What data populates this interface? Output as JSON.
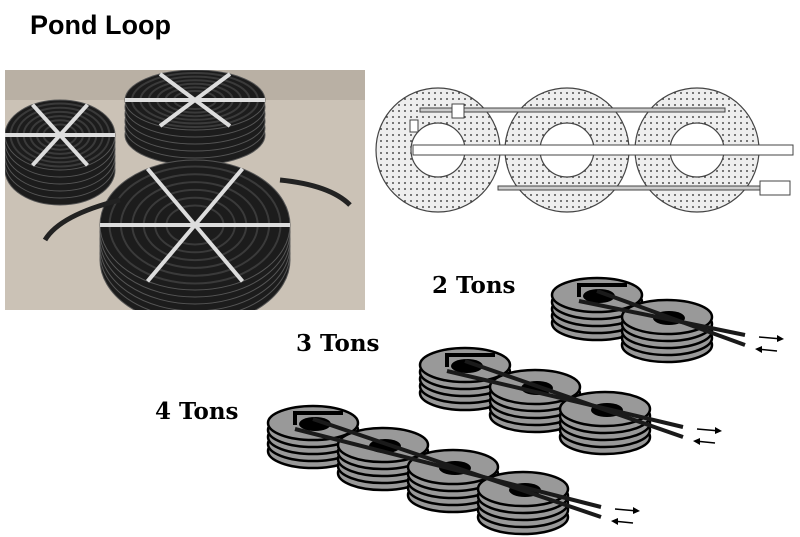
{
  "title": "Pond Loop",
  "photo": {
    "icon": "coiled-pipe-photo"
  },
  "layout_diagram": {
    "icon": "pond-loop-coil-layout-diagram",
    "coil_count": 3
  },
  "configurations": [
    {
      "label": "2 Tons",
      "coils": 2
    },
    {
      "label": "3 Tons",
      "coils": 3
    },
    {
      "label": "4 Tons",
      "coils": 4
    }
  ],
  "colors": {
    "coil_fill": "#999999",
    "photo_bg": "#cbc2b6",
    "pipe": "#1a1a1a"
  }
}
